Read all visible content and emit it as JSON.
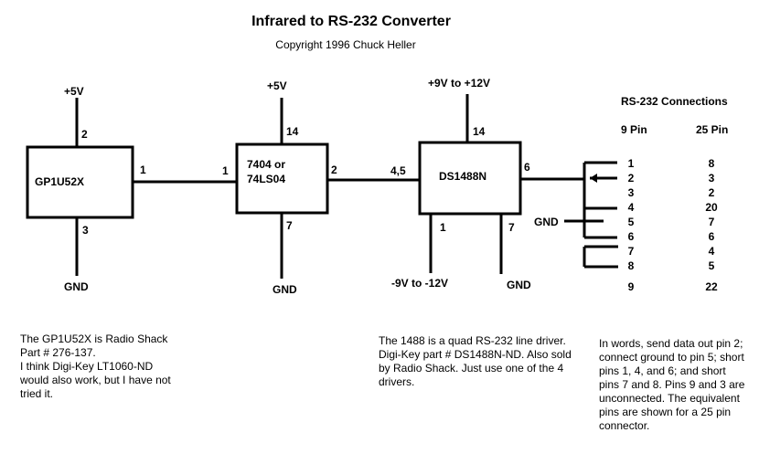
{
  "title": "Infrared to RS-232 Converter",
  "copyright": "Copyright 1996 Chuck Heller",
  "components": {
    "gp1u52x": {
      "name": "GP1U52X",
      "supply": "+5V",
      "pin_supply": "2",
      "pin_out": "1",
      "pin_gnd": "3",
      "gnd": "GND"
    },
    "inverter": {
      "name_line1": "7404 or",
      "name_line2": "74LS04",
      "supply": "+5V",
      "pin_supply": "14",
      "pin_in": "1",
      "pin_out": "2",
      "pin_gnd": "7",
      "gnd": "GND"
    },
    "ds1488": {
      "name": "DS1488N",
      "supply": "+9V to +12V",
      "pin_supply": "14",
      "pin_in": "4,5",
      "pin_out": "6",
      "pin_neg": "1",
      "neg_supply": "-9V to -12V",
      "pin_gnd": "7",
      "gnd": "GND"
    }
  },
  "rs232": {
    "heading": "RS-232 Connections",
    "col_9": "9 Pin",
    "col_25": "25 Pin",
    "gnd_label": "GND",
    "rows": [
      {
        "p9": "1",
        "p25": "8"
      },
      {
        "p9": "2",
        "p25": "3"
      },
      {
        "p9": "3",
        "p25": "2"
      },
      {
        "p9": "4",
        "p25": "20"
      },
      {
        "p9": "5",
        "p25": "7"
      },
      {
        "p9": "6",
        "p25": "6"
      },
      {
        "p9": "7",
        "p25": "4"
      },
      {
        "p9": "8",
        "p25": "5"
      },
      {
        "p9": "9",
        "p25": "22"
      }
    ]
  },
  "notes": {
    "note1": "The GP1U52X is Radio Shack Part # 276-137.\nI think Digi-Key LT1060-ND would also work, but I have not tried it.",
    "note2": "The 1488 is a quad RS-232 line driver.  Digi-Key part # DS1488N-ND.  Also sold by Radio Shack.  Just use one of the 4 drivers.",
    "note3": "In words, send data out pin 2; connect ground to pin 5; short pins 1, 4, and 6; and short pins 7 and 8.  Pins 9 and 3 are unconnected.  The equivalent pins are shown for a 25 pin connector."
  }
}
